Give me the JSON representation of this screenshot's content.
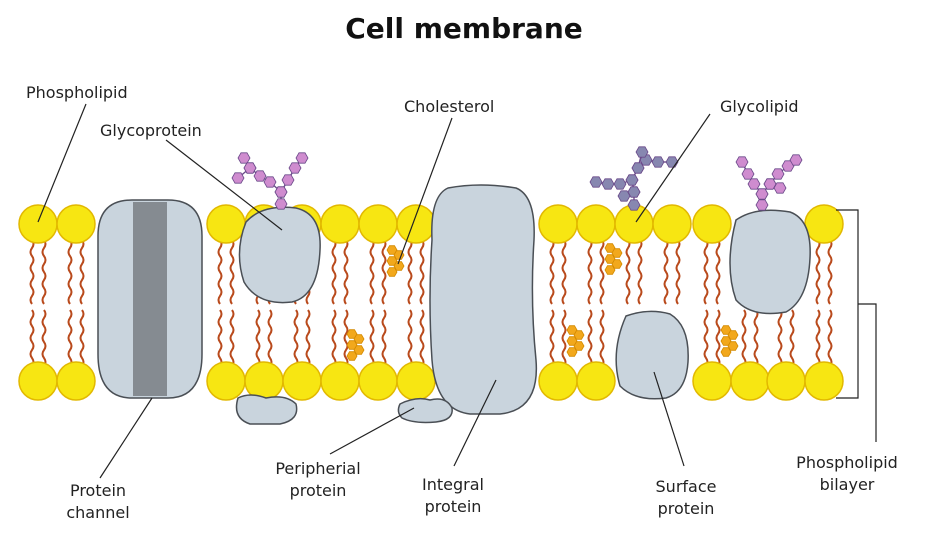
{
  "title": "Cell membrane",
  "labels": {
    "phospholipid": "Phospholipid",
    "glycoprotein": "Glycoprotein",
    "cholesterol": "Cholesterol",
    "glycolipid": "Glycolipid",
    "protein_channel_1": "Protein",
    "protein_channel_2": "channel",
    "peripheral_protein_1": "Peripherial",
    "peripheral_protein_2": "protein",
    "integral_protein_1": "Integral",
    "integral_protein_2": "protein",
    "surface_protein_1": "Surface",
    "surface_protein_2": "protein",
    "bilayer_1": "Phospholipid",
    "bilayer_2": "bilayer"
  },
  "colors": {
    "head": "#f7e612",
    "head_stroke": "#e2b800",
    "tail": "#b94a1c",
    "protein": "#c9d4dd",
    "protein_stroke": "#4a4f55",
    "channel_core": "#858b91",
    "sugar_pink": "#cf8ccf",
    "sugar_purple": "#8787b0",
    "cholesterol": "#f2a81c",
    "leader": "#222222"
  }
}
